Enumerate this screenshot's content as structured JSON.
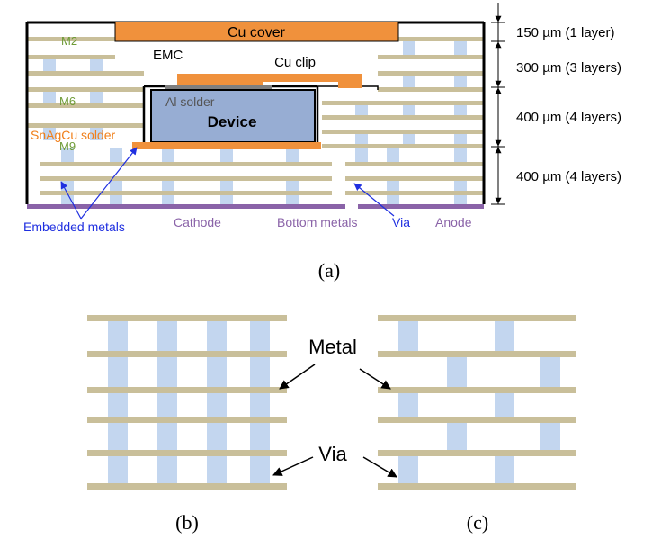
{
  "colors": {
    "metal": "#c9bf9a",
    "via": "#c3d6ef",
    "copper": "#f0913c",
    "device": "#97add3",
    "al_solder": "#7f7f7f",
    "bottom_metal": "#8a63a8",
    "metal_label": "#6e9b37",
    "snagcu_label": "#f07f1a",
    "blue_label": "#1f2fe0",
    "purple_label": "#8a63a8",
    "outline": "#000000"
  },
  "panel_a": {
    "cu_cover": "Cu cover",
    "emc": "EMC",
    "cu_clip": "Cu clip",
    "al_solder": "Al solder",
    "device": "Device",
    "snagcu_solder": "SnAgCu solder",
    "m2": "M2",
    "m6": "M6",
    "m9": "M9",
    "embedded_metals": "Embedded metals",
    "cathode": "Cathode",
    "bottom_metals": "Bottom metals",
    "via": "Via",
    "anode": "Anode",
    "dim_1": "150 µm (1 layer)",
    "dim_2": "300 µm (3 layers)",
    "dim_3": "400 µm (4 layers)",
    "dim_4": "400 µm (4 layers)",
    "caption": "(a)"
  },
  "panel_b": {
    "caption": "(b)"
  },
  "panel_c": {
    "caption": "(c)"
  },
  "callouts": {
    "metal": "Metal",
    "via": "Via"
  }
}
